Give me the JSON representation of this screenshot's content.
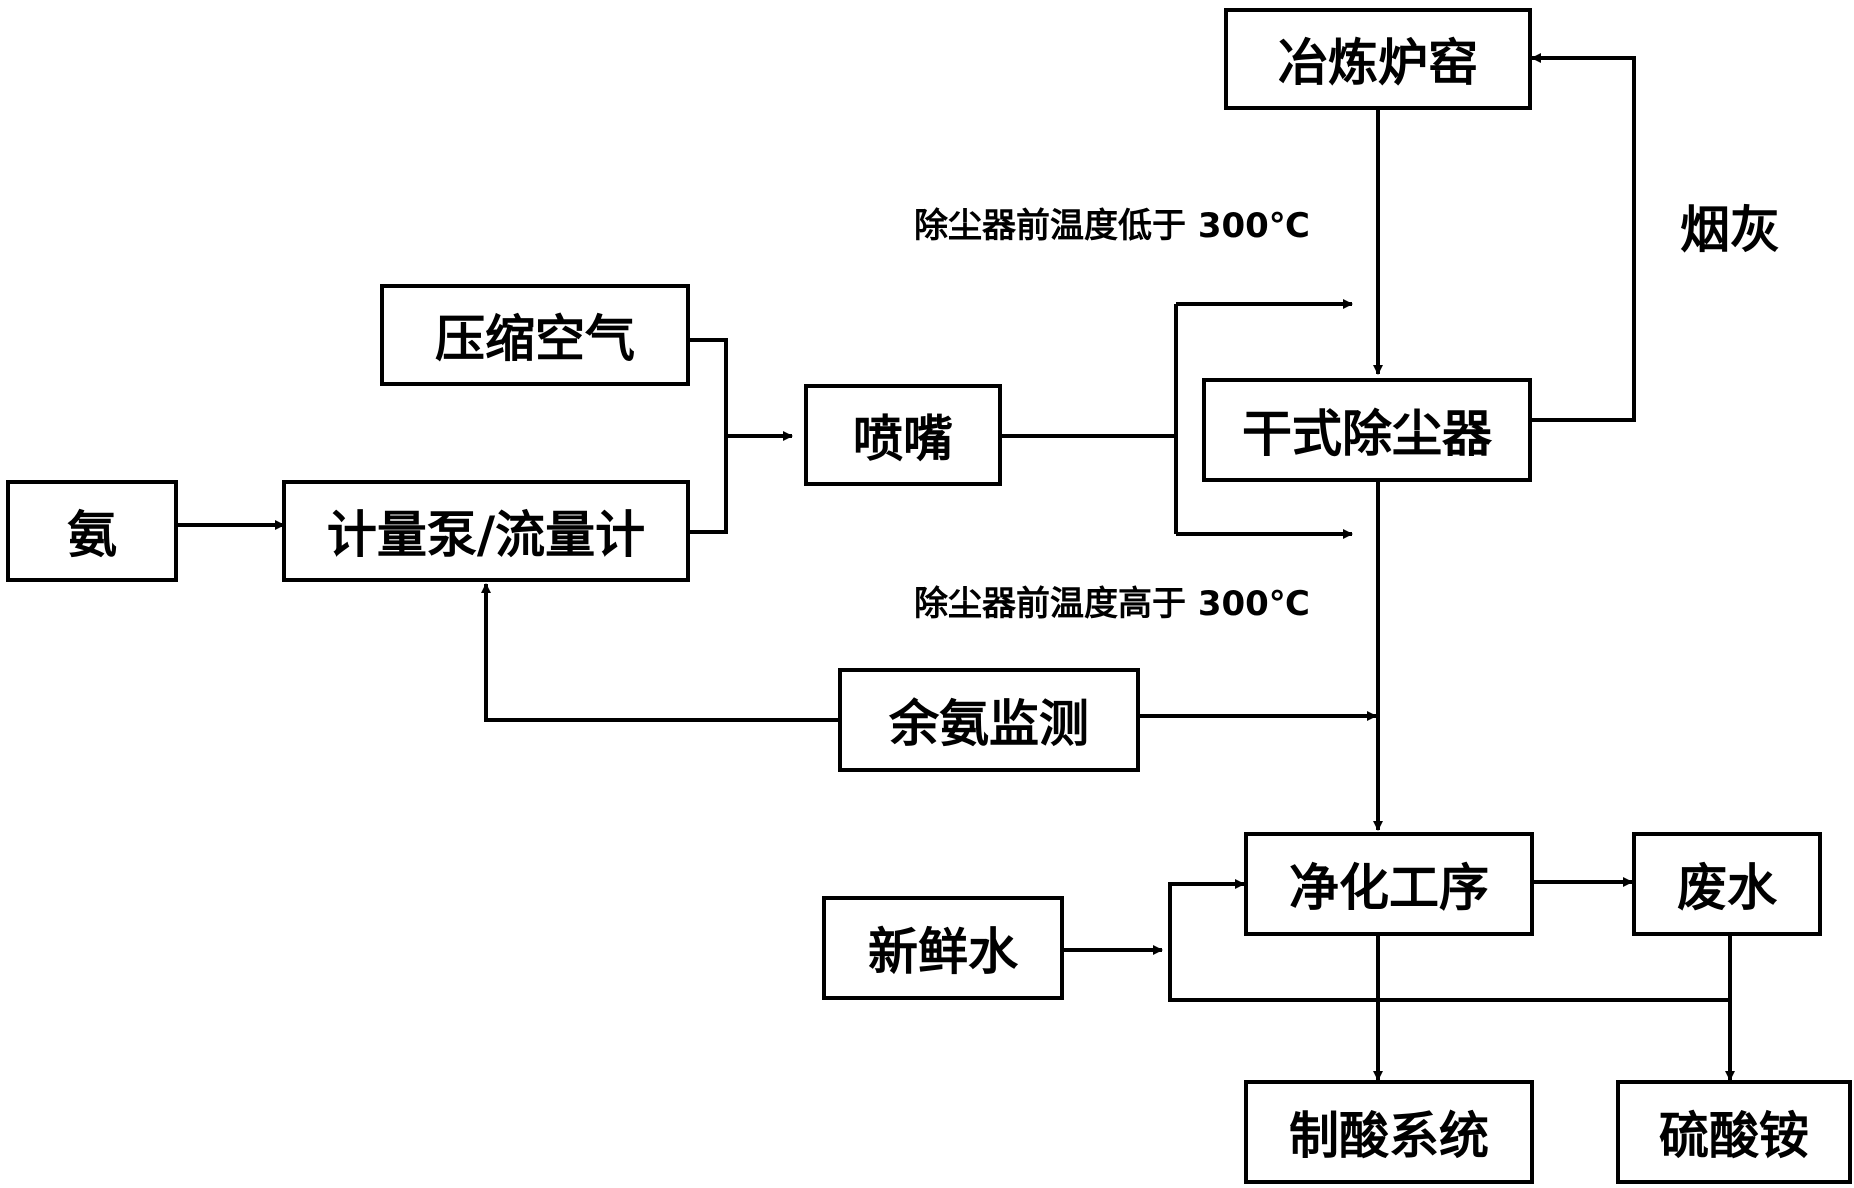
{
  "nodes": {
    "smelting_furnace": "冶炼炉窑",
    "compressed_air": "压缩空气",
    "nozzle": "喷嘴",
    "ammonia": "氨",
    "metering_pump": "计量泵/流量计",
    "dry_dust_collector": "干式除尘器",
    "residual_ammonia_monitor": "余氨监测",
    "purification_process": "净化工序",
    "fresh_water": "新鲜水",
    "wastewater": "废水",
    "acid_system": "制酸系统",
    "ammonium_sulfate": "硫酸铵"
  },
  "labels": {
    "temp_low": "除尘器前温度低于 300℃",
    "temp_high": "除尘器前温度高于 300℃",
    "fly_ash": "烟灰"
  }
}
